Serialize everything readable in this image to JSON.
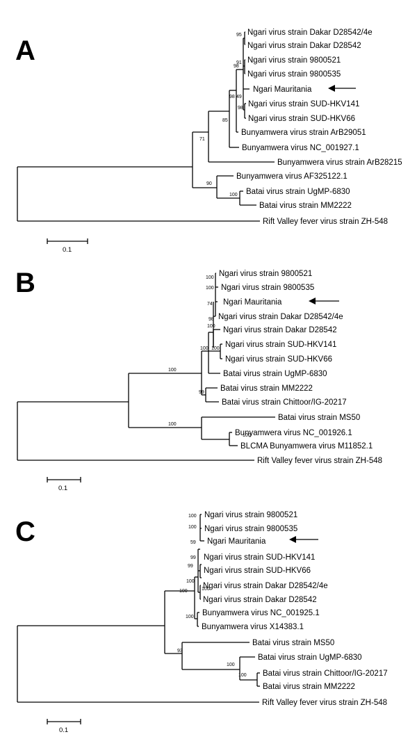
{
  "panels": [
    {
      "letter": "A",
      "scale_label": "0.1",
      "taxa": [
        "Ngari virus strain Dakar D28542/4e",
        "Ngari virus strain Dakar D28542",
        "Ngari virus strain 9800521",
        "Ngari virus strain 9800535",
        "Ngari Mauritania",
        "Ngari virus strain SUD-HKV141",
        "Ngari virus strain SUD-HKV66",
        "Bunyamwera virus strain ArB29051",
        "Bunyamwera virus NC_001927.1",
        "Bunyamwera virus strain ArB28215",
        "Bunyamwera virus AF325122.1",
        "Batai virus strain UgMP-6830",
        "Batai virus strain MM2222",
        "Rift Valley fever virus strain ZH-548"
      ],
      "bootstrap": [
        "95",
        "91",
        "98",
        "49",
        "98",
        "85",
        "71",
        "90",
        "100",
        "98"
      ]
    },
    {
      "letter": "B",
      "scale_label": "0.1",
      "taxa": [
        "Ngari virus strain 9800521",
        "Ngari virus strain 9800535",
        "Ngari Mauritania",
        "Ngari virus strain Dakar D28542/4e",
        "Ngari virus strain Dakar D28542",
        "Ngari virus strain SUD-HKV141",
        "Ngari virus strain SUD-HKV66",
        "Batai virus strain UgMP-6830",
        "Batai virus strain MM2222",
        "Batai virus strain Chittoor/IG-20217",
        "Batai virus strain MS50",
        "Bunyamwera virus NC_001926.1",
        "BLCMA Bunyamwera virus M11852.1",
        "Rift Valley fever virus strain ZH-548"
      ],
      "bootstrap": [
        "100",
        "100",
        "74",
        "98",
        "100",
        "100",
        "100",
        "100",
        "99",
        "100",
        "100"
      ]
    },
    {
      "letter": "C",
      "scale_label": "0.1",
      "taxa": [
        "Ngari virus strain 9800521",
        "Ngari virus strain 9800535",
        "Ngari Mauritania",
        "Ngari virus strain SUD-HKV141",
        "Ngari virus strain SUD-HKV66",
        "Ngari virus strain Dakar D28542/4e",
        "Ngari virus strain Dakar D28542",
        "Bunyamwera virus NC_001925.1",
        "Bunyamwera virus X14383.1",
        "Batai virus strain MS50",
        "Batai virus strain UgMP-6830",
        "Batai virus strain Chittoor/IG-20217",
        "Batai virus strain MM2222",
        "Rift Valley fever virus strain ZH-548"
      ],
      "bootstrap": [
        "100",
        "100",
        "59",
        "99",
        "99",
        "100",
        "100",
        "100",
        "100",
        "93",
        "100",
        "100"
      ]
    }
  ]
}
